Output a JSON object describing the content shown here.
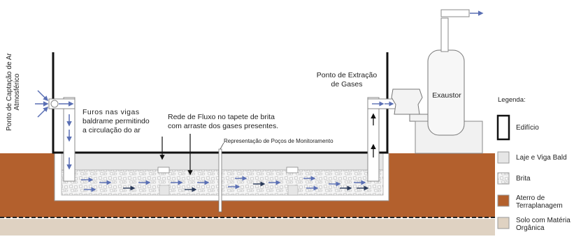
{
  "labels": {
    "captacao": "Ponto de Captação de Ar Atmosférico",
    "furos_line1": "Furos nas vigas",
    "furos_line2": "baldrame permitindo",
    "furos_line3": "a circulação do ar",
    "rede_line1": "Rede de Fluxo no tapete de brita",
    "rede_line2": "com arraste dos gases presentes.",
    "pocos": "Representação de Poços de Monitoramento",
    "extracao_line1": "Ponto de Extração",
    "extracao_line2": "de Gases",
    "exaustor": "Exaustor"
  },
  "legend": {
    "title": "Legenda:",
    "items": [
      {
        "label": "Edifício",
        "swatch": "outline"
      },
      {
        "label": "Laje e Viga Bald",
        "swatch": "#e6e6e6"
      },
      {
        "label": "Brita",
        "swatch": "pattern"
      },
      {
        "label": "Aterro de Terraplanagem",
        "swatch": "#b3602d"
      },
      {
        "label": "Solo com Matéria Orgânica",
        "swatch": "#dfd2c2"
      }
    ]
  },
  "colors": {
    "aterro": "#b3602d",
    "solo": "#dfd2c2",
    "laje": "#e6e6e6",
    "brita": "#f4f4f4",
    "arrow_blue": "#5a6fb4",
    "arrow_dark": "#2a3a5a",
    "pipe": "#ffffff"
  }
}
